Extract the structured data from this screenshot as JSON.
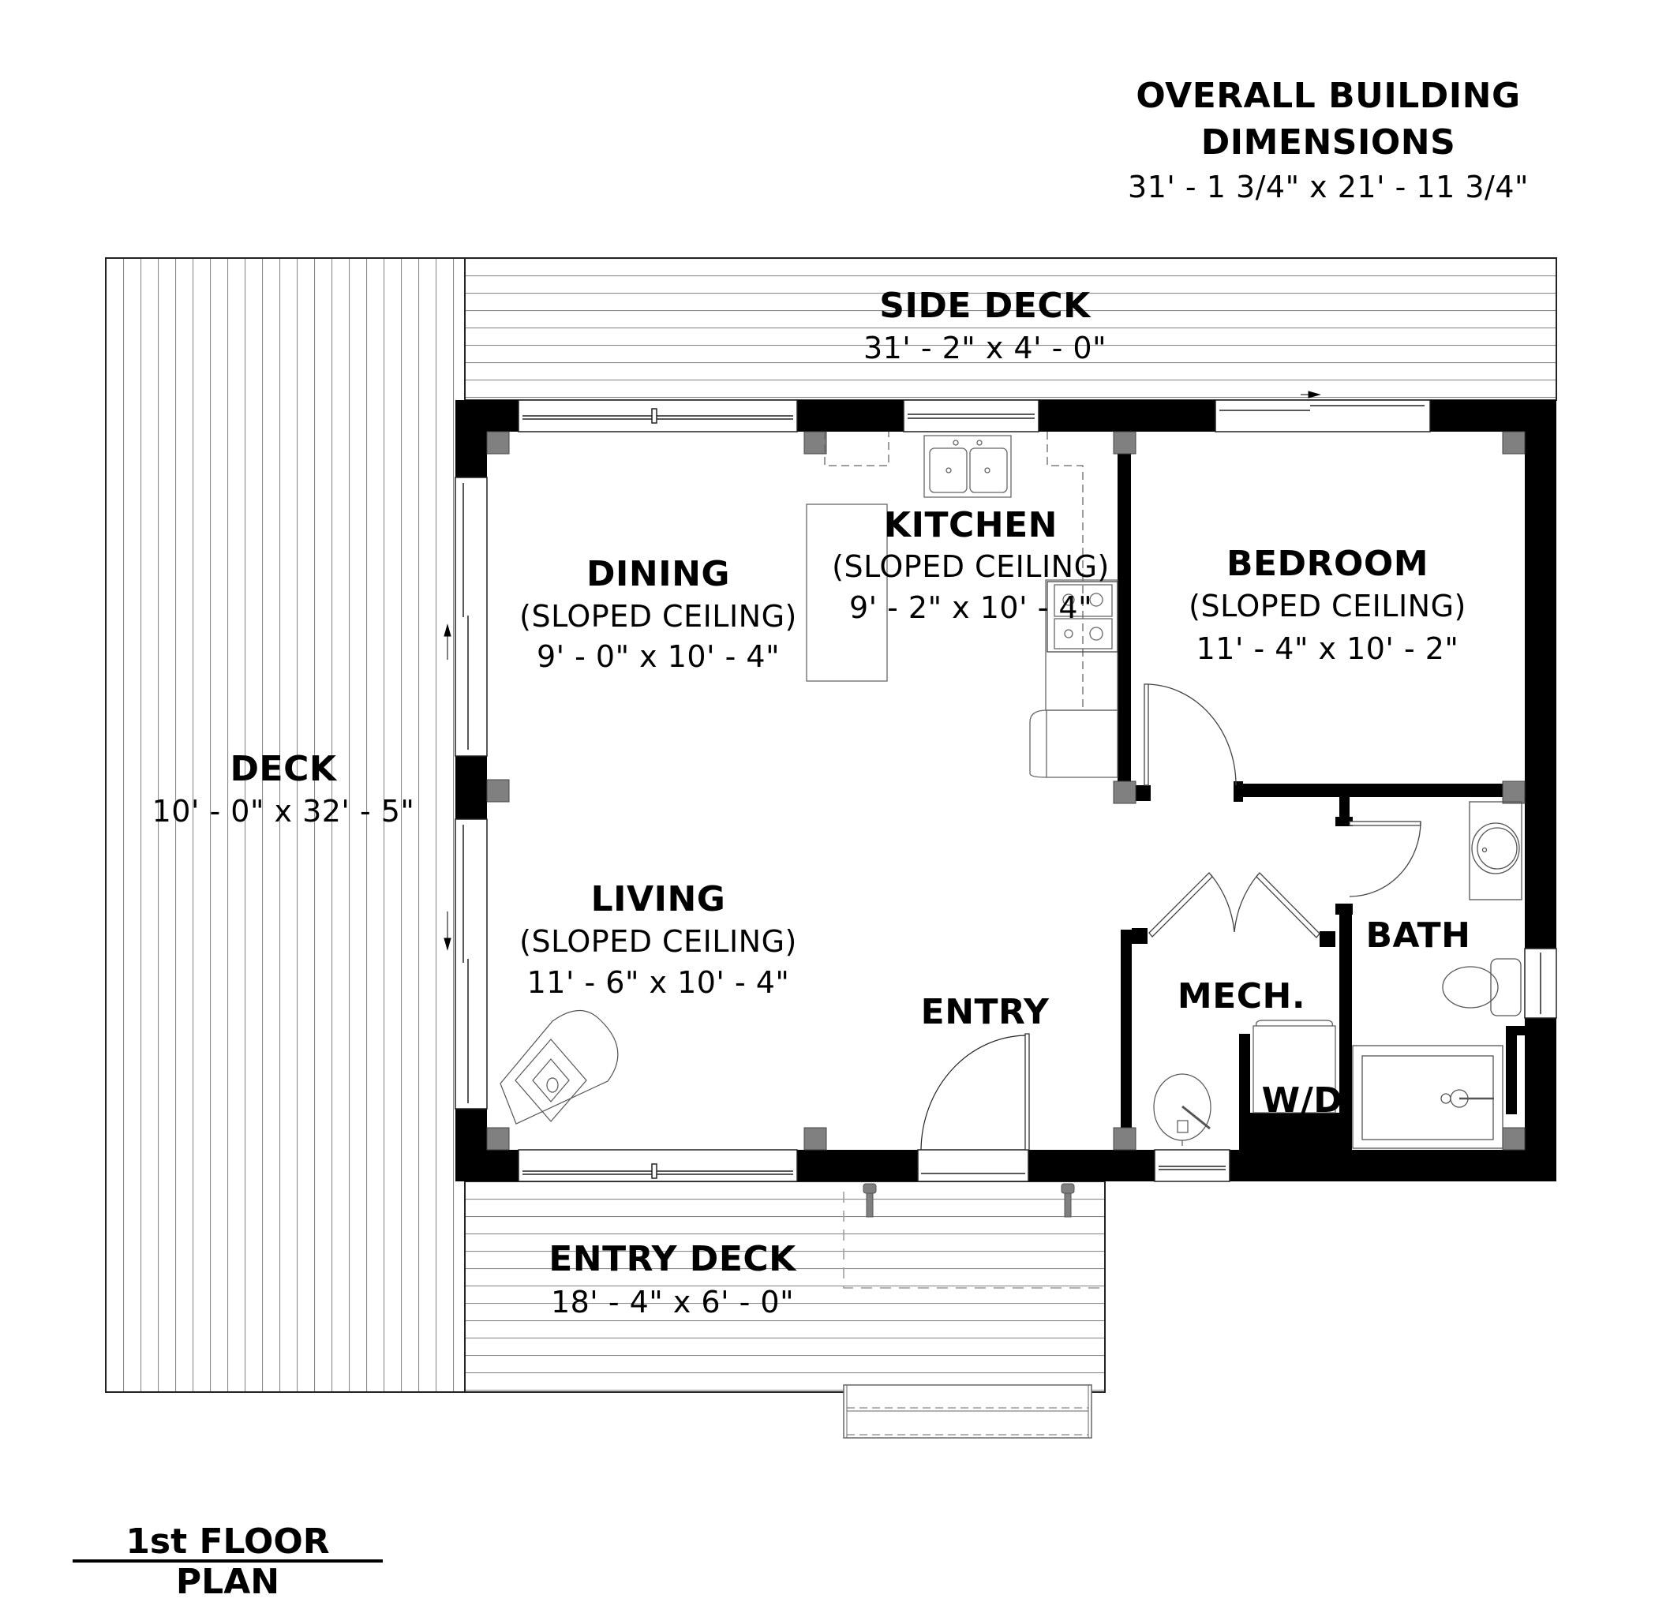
{
  "overall": {
    "title_line1": "OVERALL BUILDING",
    "title_line2": "DIMENSIONS",
    "dimensions": "31' - 1 3/4\" x 21' - 11 3/4\""
  },
  "decks": {
    "side_deck": {
      "name": "SIDE DECK",
      "dimensions": "31' - 2\" x 4' - 0\""
    },
    "deck": {
      "name": "DECK",
      "dimensions": "10' - 0\" x 32' - 5\""
    },
    "entry_deck": {
      "name": "ENTRY DECK",
      "dimensions": "18' - 4\" x 6' - 0\""
    }
  },
  "rooms": {
    "dining": {
      "name": "DINING",
      "note": "(SLOPED CEILING)",
      "dimensions": "9' - 0\" x 10' - 4\""
    },
    "kitchen": {
      "name": "KITCHEN",
      "note": "(SLOPED CEILING)",
      "dimensions": "9' - 2\" x 10' - 4\""
    },
    "bedroom": {
      "name": "BEDROOM",
      "note": "(SLOPED CEILING)",
      "dimensions": "11' - 4\" x 10' - 2\""
    },
    "living": {
      "name": "LIVING",
      "note": "(SLOPED CEILING)",
      "dimensions": "11' - 6\" x 10' - 4\""
    },
    "entry": {
      "name": "ENTRY"
    },
    "mech": {
      "name": "MECH."
    },
    "bath": {
      "name": "BATH"
    },
    "wd": {
      "name": "W/D"
    }
  },
  "plan_title": "1st FLOOR PLAN",
  "colors": {
    "wall": "#000000",
    "post": "#808080",
    "deck_line": "#7a7a7a",
    "fixture_line": "#555555"
  }
}
